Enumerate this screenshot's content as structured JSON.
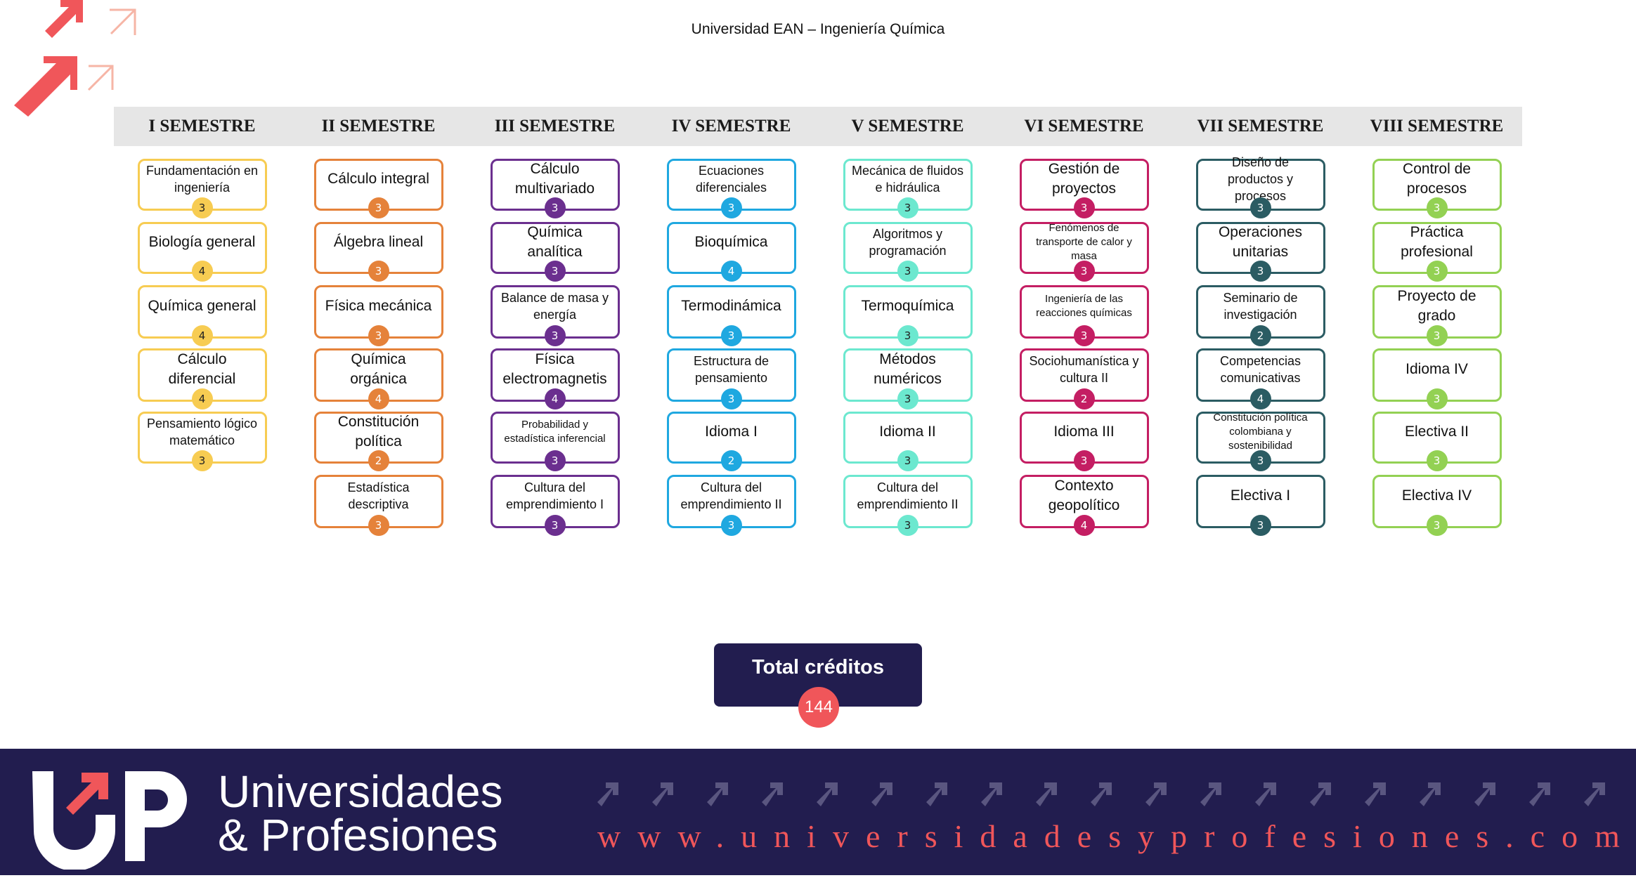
{
  "page": {
    "title": "Universidad EAN – Ingeniería Química"
  },
  "icons": {
    "top_logo": "up-arrows-icon",
    "footer_logo": "up-logo-icon"
  },
  "colors": {
    "sem1": "#f7cc52",
    "sem2": "#e5823a",
    "sem3": "#6b2f8f",
    "sem4": "#1fa8e0",
    "sem5": "#6ce8cf",
    "sem6": "#c41e63",
    "sem7": "#2b5c63",
    "sem8": "#93d153",
    "total_bg": "#221d4f",
    "total_badge": "#f0565a",
    "footer_bg": "#221d4f",
    "accent": "#f0565a"
  },
  "semesters": [
    {
      "label": "I SEMESTRE",
      "courses": [
        {
          "name": "Fundamentación en ingeniería",
          "credits": "3"
        },
        {
          "name": "Biología general",
          "credits": "4"
        },
        {
          "name": "Química general",
          "credits": "4"
        },
        {
          "name": "Cálculo diferencial",
          "credits": "4"
        },
        {
          "name": "Pensamiento lógico matemático",
          "credits": "3"
        }
      ]
    },
    {
      "label": "II SEMESTRE",
      "courses": [
        {
          "name": "Cálculo integral",
          "credits": "3"
        },
        {
          "name": "Álgebra lineal",
          "credits": "3"
        },
        {
          "name": "Física mecánica",
          "credits": "3"
        },
        {
          "name": "Química orgánica",
          "credits": "4"
        },
        {
          "name": "Constitución política",
          "credits": "2"
        },
        {
          "name": "Estadística descriptiva",
          "credits": "3"
        }
      ]
    },
    {
      "label": "III SEMESTRE",
      "courses": [
        {
          "name": "Cálculo multivariado",
          "credits": "3"
        },
        {
          "name": "Química analítica",
          "credits": "3"
        },
        {
          "name": "Balance de masa y energía",
          "credits": "3"
        },
        {
          "name": "Física electromagnetis",
          "credits": "4"
        },
        {
          "name": "Probabilidad y estadística inferencial",
          "credits": "3"
        },
        {
          "name": "Cultura del emprendimiento I",
          "credits": "3"
        }
      ]
    },
    {
      "label": "IV SEMESTRE",
      "courses": [
        {
          "name": "Ecuaciones diferenciales",
          "credits": "3"
        },
        {
          "name": "Bioquímica",
          "credits": "4"
        },
        {
          "name": "Termodinámica",
          "credits": "3"
        },
        {
          "name": "Estructura de pensamiento",
          "credits": "3"
        },
        {
          "name": "Idioma I",
          "credits": "2"
        },
        {
          "name": "Cultura del emprendimiento II",
          "credits": "3"
        }
      ]
    },
    {
      "label": "V SEMESTRE",
      "courses": [
        {
          "name": "Mecánica de fluidos e hidráulica",
          "credits": "3"
        },
        {
          "name": "Algoritmos y programación",
          "credits": "3"
        },
        {
          "name": "Termoquímica",
          "credits": "3"
        },
        {
          "name": "Métodos numéricos",
          "credits": "3"
        },
        {
          "name": "Idioma II",
          "credits": "3"
        },
        {
          "name": "Cultura del emprendimiento II",
          "credits": "3"
        }
      ]
    },
    {
      "label": "VI SEMESTRE",
      "courses": [
        {
          "name": "Gestión de proyectos",
          "credits": "3"
        },
        {
          "name": "Fenómenos de transporte de calor y masa",
          "credits": "3"
        },
        {
          "name": "Ingeniería de las reacciones químicas",
          "credits": "3"
        },
        {
          "name": "Sociohumanística y cultura II",
          "credits": "2"
        },
        {
          "name": "Idioma III",
          "credits": "3"
        },
        {
          "name": "Contexto geopolítico",
          "credits": "4"
        }
      ]
    },
    {
      "label": "VII SEMESTRE",
      "courses": [
        {
          "name": "Diseño de productos y procesos",
          "credits": "3"
        },
        {
          "name": "Operaciones unitarias",
          "credits": "3"
        },
        {
          "name": "Seminario de investigación",
          "credits": "2"
        },
        {
          "name": "Competencias comunicativas",
          "credits": "4"
        },
        {
          "name": "Constitución política colombiana y sostenibilidad",
          "credits": "3"
        },
        {
          "name": "Electiva I",
          "credits": "3"
        }
      ]
    },
    {
      "label": "VIII SEMESTRE",
      "courses": [
        {
          "name": "Control de procesos",
          "credits": "3"
        },
        {
          "name": "Práctica profesional",
          "credits": "3"
        },
        {
          "name": "Proyecto de grado",
          "credits": "3"
        },
        {
          "name": "Idioma IV",
          "credits": "3"
        },
        {
          "name": "Electiva II",
          "credits": "3"
        },
        {
          "name": "Electiva IV",
          "credits": "3"
        }
      ]
    }
  ],
  "total": {
    "label": "Total créditos",
    "value": "144"
  },
  "footer": {
    "brand_line1": "Universidades",
    "brand_line2": "& Profesiones",
    "website": "www.universidadesyprofesiones.com"
  }
}
